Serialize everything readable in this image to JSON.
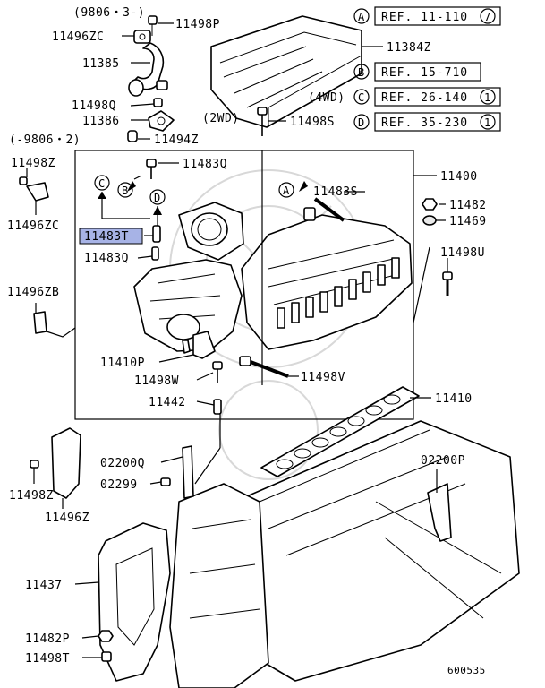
{
  "labels": {
    "l_980603": "(9806・3-)",
    "l_11498P_top": "11498P",
    "l_11496ZC_top": "11496ZC",
    "l_11385": "11385",
    "l_11384Z": "11384Z",
    "l_11498Q": "11498Q",
    "l_11386": "11386",
    "l_2wd": "(2WD)",
    "l_11498S": "11498S",
    "l_980602": "(-9806・2)",
    "l_11494Z": "11494Z",
    "l_11498Z_top": "11498Z",
    "l_11496ZC_left": "11496ZC",
    "l_11483Q_top": "11483Q",
    "l_11483T": "11483T",
    "l_11483Q_left": "11483Q",
    "l_11400": "11400",
    "l_11483S": "11483S",
    "l_11482": "11482",
    "l_11469": "11469",
    "l_11498U": "11498U",
    "l_11496ZB": "11496ZB",
    "l_11410P": "11410P",
    "l_11498W": "11498W",
    "l_11498V": "11498V",
    "l_11442": "11442",
    "l_11410": "11410",
    "l_02200Q": "02200Q",
    "l_02299": "02299",
    "l_02200P": "02200P",
    "l_11498Z_bot": "11498Z",
    "l_11496Z": "11496Z",
    "l_11437": "11437",
    "l_11482P": "11482P",
    "l_11498T": "11498T",
    "l_diagram_no": "600535",
    "l_4wd": "(4WD)"
  },
  "refs": [
    {
      "letter": "A",
      "text": "REF. 11-110",
      "num": "7"
    },
    {
      "letter": "B",
      "text": "REF. 15-710",
      "num": ""
    },
    {
      "letter": "C",
      "text": "REF. 26-140",
      "num": "1"
    },
    {
      "letter": "D",
      "text": "REF. 35-230",
      "num": "1"
    }
  ],
  "callouts": {
    "c_C": "C",
    "c_B": "B",
    "c_D": "D",
    "c_A": "A"
  },
  "highlight_color": "#a7b3e6"
}
